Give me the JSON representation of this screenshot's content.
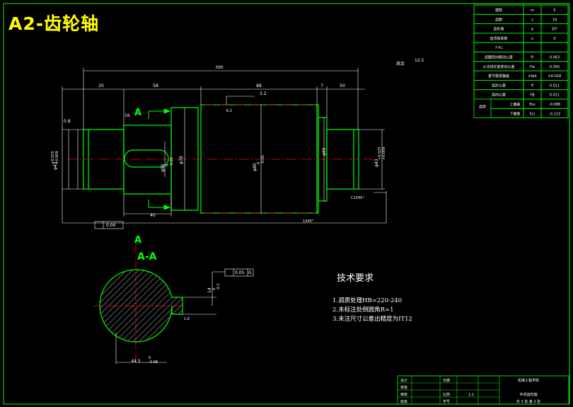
{
  "drawing": {
    "title": "A2-齿轮轴",
    "colors": {
      "background": "#000000",
      "outline": "#00ff00",
      "dim": "#ffffff",
      "center": "#ff0000",
      "title": "#ffff00",
      "label": "#00ff00"
    },
    "dims": {
      "total": "300",
      "d20": "20",
      "d58": "58",
      "d88": "88",
      "d7": "7",
      "d50": "50",
      "d40": "40",
      "phi43_left": "φ43",
      "phi43_left_tol": "+0.025\n+0.009",
      "phi50": "φ50",
      "phi50_tol": "0\n-0.02",
      "phi78": "φ78",
      "phi80": "φ80",
      "phi80_tol": "0\n-0.05",
      "phi60": "φ60",
      "phi43_right": "φ43",
      "phi43_right_tol": "+0.025\n+0.009",
      "chamfer_r": "C1X45°",
      "chamfer_l": "1X45°",
      "val_16": "16",
      "rough_08": "0.8",
      "rough_32": "3.2",
      "rough_62": "6.2",
      "rough_125": "12.5",
      "rough_16b": "1.6",
      "remain": "其余",
      "tol_runout": "0.04",
      "tol_flat": "0.05",
      "tol_flat_ref": "G",
      "keyA": "A",
      "sectionA": "A-A",
      "val_14": "14",
      "val_14_tol": "0\n-0.1",
      "val_445": "44.5",
      "val_445_tol": "0\n-0.08"
    },
    "tech": {
      "title": "技术要求",
      "lines": [
        "1.调质处理HB=220-240",
        "2.未标注处倒圆角R=1",
        "3.未注尺寸公差出精度为IT12"
      ]
    },
    "params": [
      {
        "name": "模数",
        "sym": "m",
        "val": "5"
      },
      {
        "name": "齿数",
        "sym": "z",
        "val": "19"
      },
      {
        "name": "齿形角",
        "sym": "α",
        "val": "20°"
      },
      {
        "name": "齿顶高系数",
        "sym": "x",
        "val": "0"
      },
      {
        "name": "7-FL",
        "sym": "",
        "val": ""
      },
      {
        "name": "齿圈径向跳动公差",
        "sym": "Fr",
        "val": "0.063"
      },
      {
        "name": "公法线长度变动公差",
        "sym": "Fw",
        "val": "0.050"
      },
      {
        "name": "基节极限偏差",
        "sym": "±fpb",
        "val": "±0.018"
      },
      {
        "name": "齿形公差",
        "sym": "ff",
        "val": "0.011"
      },
      {
        "name": "齿向公差",
        "sym": "Fβ",
        "val": "0.011"
      },
      {
        "name": "上偏差",
        "sym": "Ess",
        "val": "-0.088"
      },
      {
        "name": "下偏差",
        "sym": "Esi",
        "val": "-0.113"
      }
    ],
    "params_group": "齿厚",
    "titleblock": {
      "r1": [
        "设计",
        "",
        "日期",
        "",
        "机械工程学院"
      ],
      "r2": [
        "校核",
        "",
        "",
        "",
        ""
      ],
      "r3": [
        "审核",
        "",
        "比例",
        "1:1",
        "中间齿轮轴"
      ],
      "r4": [
        "班级",
        "",
        "学号",
        "",
        "共 3 张 第 2 张"
      ]
    }
  }
}
